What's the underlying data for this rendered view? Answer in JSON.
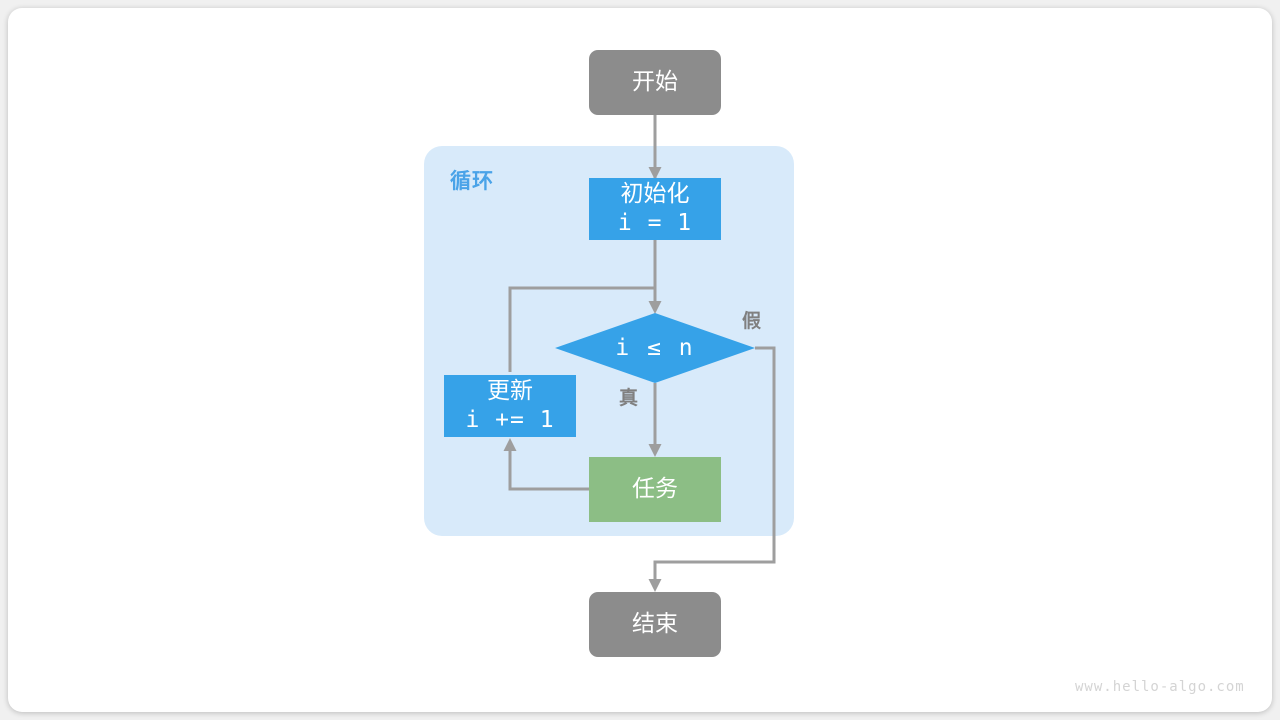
{
  "diagram": {
    "title": "for loop flowchart",
    "type": "flowchart",
    "watermark": "www.hello-algo.com",
    "colors": {
      "terminal": "#8c8c8c",
      "process_blue": "#36a2e8",
      "process_green": "#8cbe85",
      "loop_container": "#d8eafa",
      "loop_label": "#4aa3e8",
      "connector": "#9e9e9e",
      "edge_label": "#808080",
      "canvas": "#ffffff",
      "watermark": "#d4d4d4"
    },
    "loop_container": {
      "label": "循环"
    },
    "nodes": [
      {
        "id": "start",
        "shape": "rounded-rect",
        "kind": "terminal",
        "lines": [
          "开始"
        ]
      },
      {
        "id": "init",
        "shape": "rect",
        "kind": "process-blue",
        "lines": [
          "初始化",
          "i = 1"
        ]
      },
      {
        "id": "condition",
        "shape": "diamond",
        "kind": "decision",
        "lines": [
          "i ≤ n"
        ]
      },
      {
        "id": "update",
        "shape": "rect",
        "kind": "process-blue",
        "lines": [
          "更新",
          "i += 1"
        ]
      },
      {
        "id": "task",
        "shape": "rect",
        "kind": "process-green",
        "lines": [
          "任务"
        ]
      },
      {
        "id": "end",
        "shape": "rounded-rect",
        "kind": "terminal",
        "lines": [
          "结束"
        ]
      }
    ],
    "edge_labels": [
      {
        "id": "true-label",
        "text": "真"
      },
      {
        "id": "false-label",
        "text": "假"
      }
    ]
  }
}
